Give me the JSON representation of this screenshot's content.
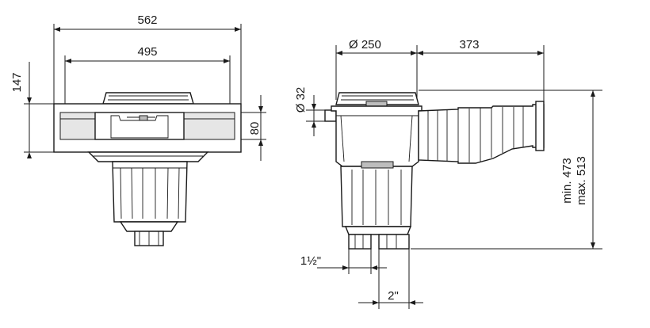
{
  "dimensions": {
    "front_overall_width": "562",
    "front_inner_width": "495",
    "front_total_height": "147",
    "front_mouth_height": "80",
    "side_lid_diameter": "Ø  250",
    "side_neck_length": "373",
    "side_pipe_diameter": "Ø  32",
    "side_min_depth": "min. 473",
    "side_max_depth": "max. 513",
    "outlet_small": "1½\"",
    "outlet_large": "2\""
  }
}
